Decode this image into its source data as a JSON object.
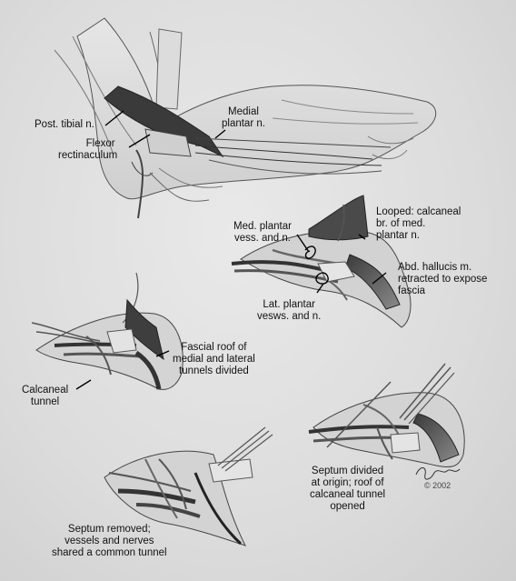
{
  "labels": {
    "post_tibial": "Post. tibial n.",
    "flexor_1": "Flexor",
    "flexor_2": "rectinaculum",
    "medial_plantar_1": "Medial",
    "medial_plantar_2": "plantar n.",
    "looped_1": "Looped: calcaneal",
    "looped_2": "br. of med.",
    "looped_3": "plantar n.",
    "med_plantar_vess_1": "Med. plantar",
    "med_plantar_vess_2": "vess. and n.",
    "abd_hallucis_1": "Abd. hallucis m.",
    "abd_hallucis_2": "retracted to expose",
    "abd_hallucis_3": "fascia",
    "lat_plantar_1": "Lat. plantar",
    "lat_plantar_2": "vesws. and n.",
    "fascial_roof_1": "Fascial roof of",
    "fascial_roof_2": "medial and lateral",
    "fascial_roof_3": "tunnels divided",
    "calcaneal_tunnel_1": "Calcaneal",
    "calcaneal_tunnel_2": "tunnel",
    "septum_divided_1": "Septum divided",
    "septum_divided_2": "at origin; roof of",
    "septum_divided_3": "calcaneal tunnel",
    "septum_divided_4": "opened",
    "septum_removed_1": "Septum removed;",
    "septum_removed_2": "vessels and nerves",
    "septum_removed_3": "shared a common tunnel",
    "signature_year": "© 2002"
  }
}
